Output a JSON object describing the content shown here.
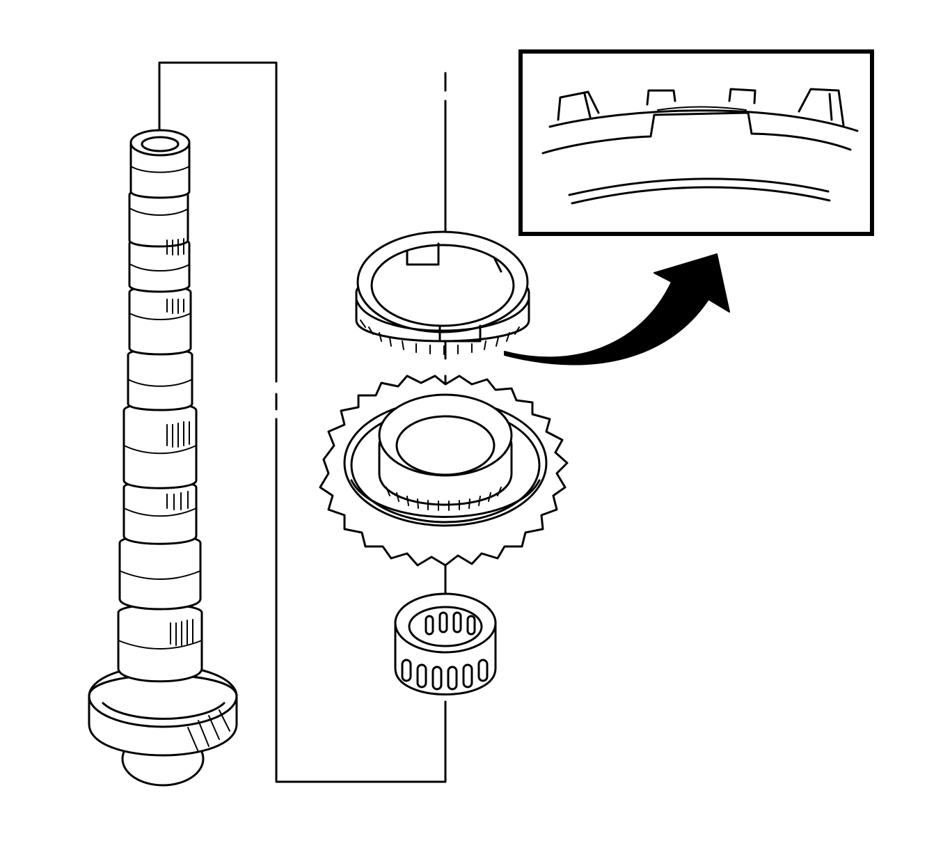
{
  "diagram": {
    "type": "exploded-assembly",
    "colors": {
      "line": "#000000",
      "background": "#ffffff"
    },
    "parts": [
      {
        "id": "output-shaft",
        "icon": "shaft-with-pinion-gear-icon"
      },
      {
        "id": "synchronizer-ring",
        "icon": "blocker-ring-icon"
      },
      {
        "id": "speed-gear",
        "icon": "spur-gear-icon"
      },
      {
        "id": "needle-bearing",
        "icon": "needle-roller-bearing-icon"
      },
      {
        "id": "detail-inset",
        "icon": "magnified-ring-teeth-icon"
      },
      {
        "id": "callout-arrow",
        "icon": "curved-arrow-icon"
      }
    ]
  }
}
